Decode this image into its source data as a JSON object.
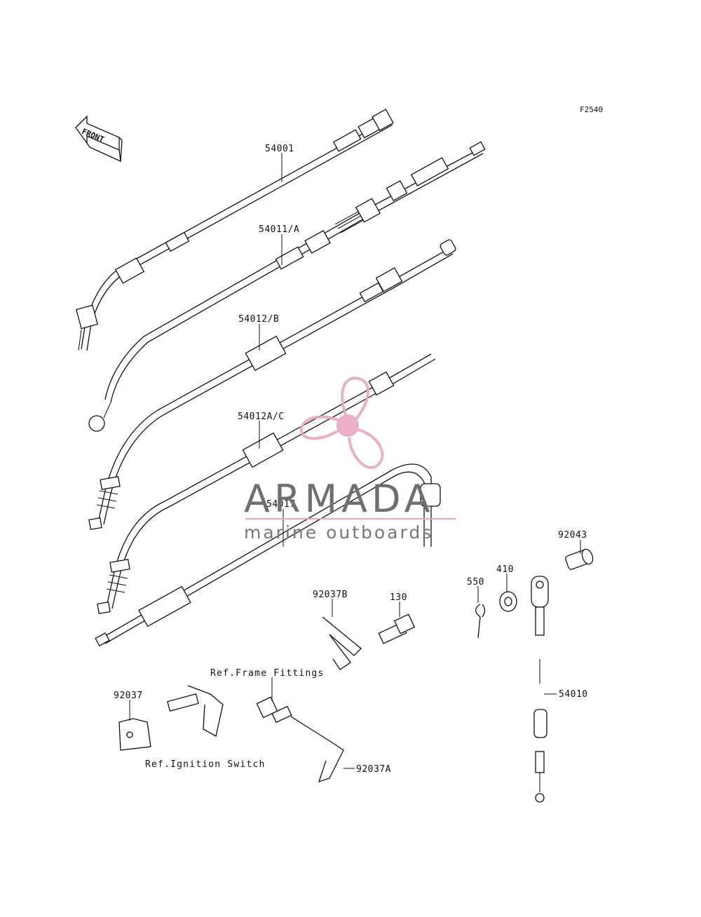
{
  "figure_id": "F2540",
  "front_label": "FRONT",
  "labels": {
    "p54001": "54001",
    "p54011": "54011/A",
    "p54012b": "54012/B",
    "p54012ac": "54012A/C",
    "p54017": "54017",
    "p92043": "92043",
    "p410": "410",
    "p550": "550",
    "p130": "130",
    "p92037b": "92037B",
    "p92037": "92037",
    "p92037a": "92037A",
    "p54010": "54010"
  },
  "refs": {
    "frame": "Ref.Frame Fittings",
    "ignition": "Ref.Ignition Switch"
  },
  "watermark": {
    "brand": "ARMADA",
    "tagline": "marine outboards",
    "brand_color": "#e8a6c4"
  }
}
